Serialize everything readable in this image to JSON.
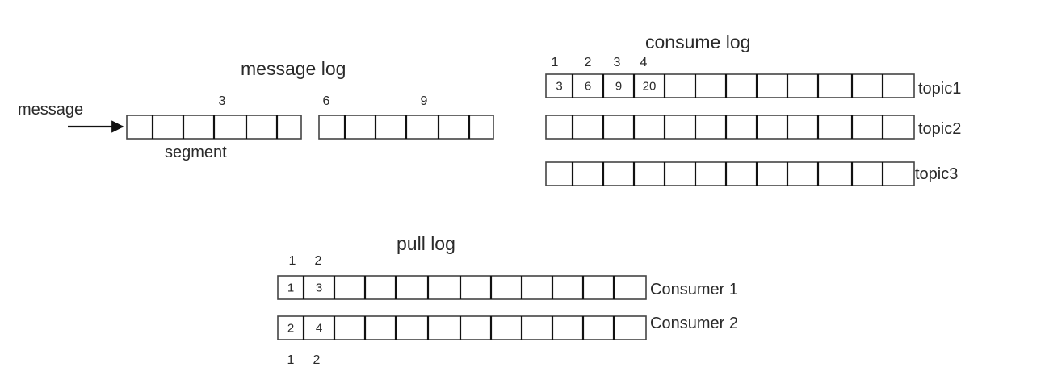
{
  "message_log": {
    "title": "message log",
    "input_label": "message",
    "segment_label": "segment",
    "offset_labels": [
      "3",
      "6",
      "9"
    ]
  },
  "consume_log": {
    "title": "consume log",
    "index_labels": [
      "1",
      "2",
      "3",
      "4"
    ],
    "topics": [
      {
        "name": "topic1",
        "values": [
          "3",
          "6",
          "9",
          "20"
        ]
      },
      {
        "name": "topic2",
        "values": []
      },
      {
        "name": "topic3",
        "values": []
      }
    ]
  },
  "pull_log": {
    "title": "pull log",
    "index_labels_top": [
      "1",
      "2"
    ],
    "index_labels_bottom": [
      "1",
      "2"
    ],
    "consumers": [
      {
        "name": "Consumer 1",
        "values": [
          "1",
          "3"
        ]
      },
      {
        "name": "Consumer 2",
        "values": [
          "2",
          "4"
        ]
      }
    ]
  }
}
